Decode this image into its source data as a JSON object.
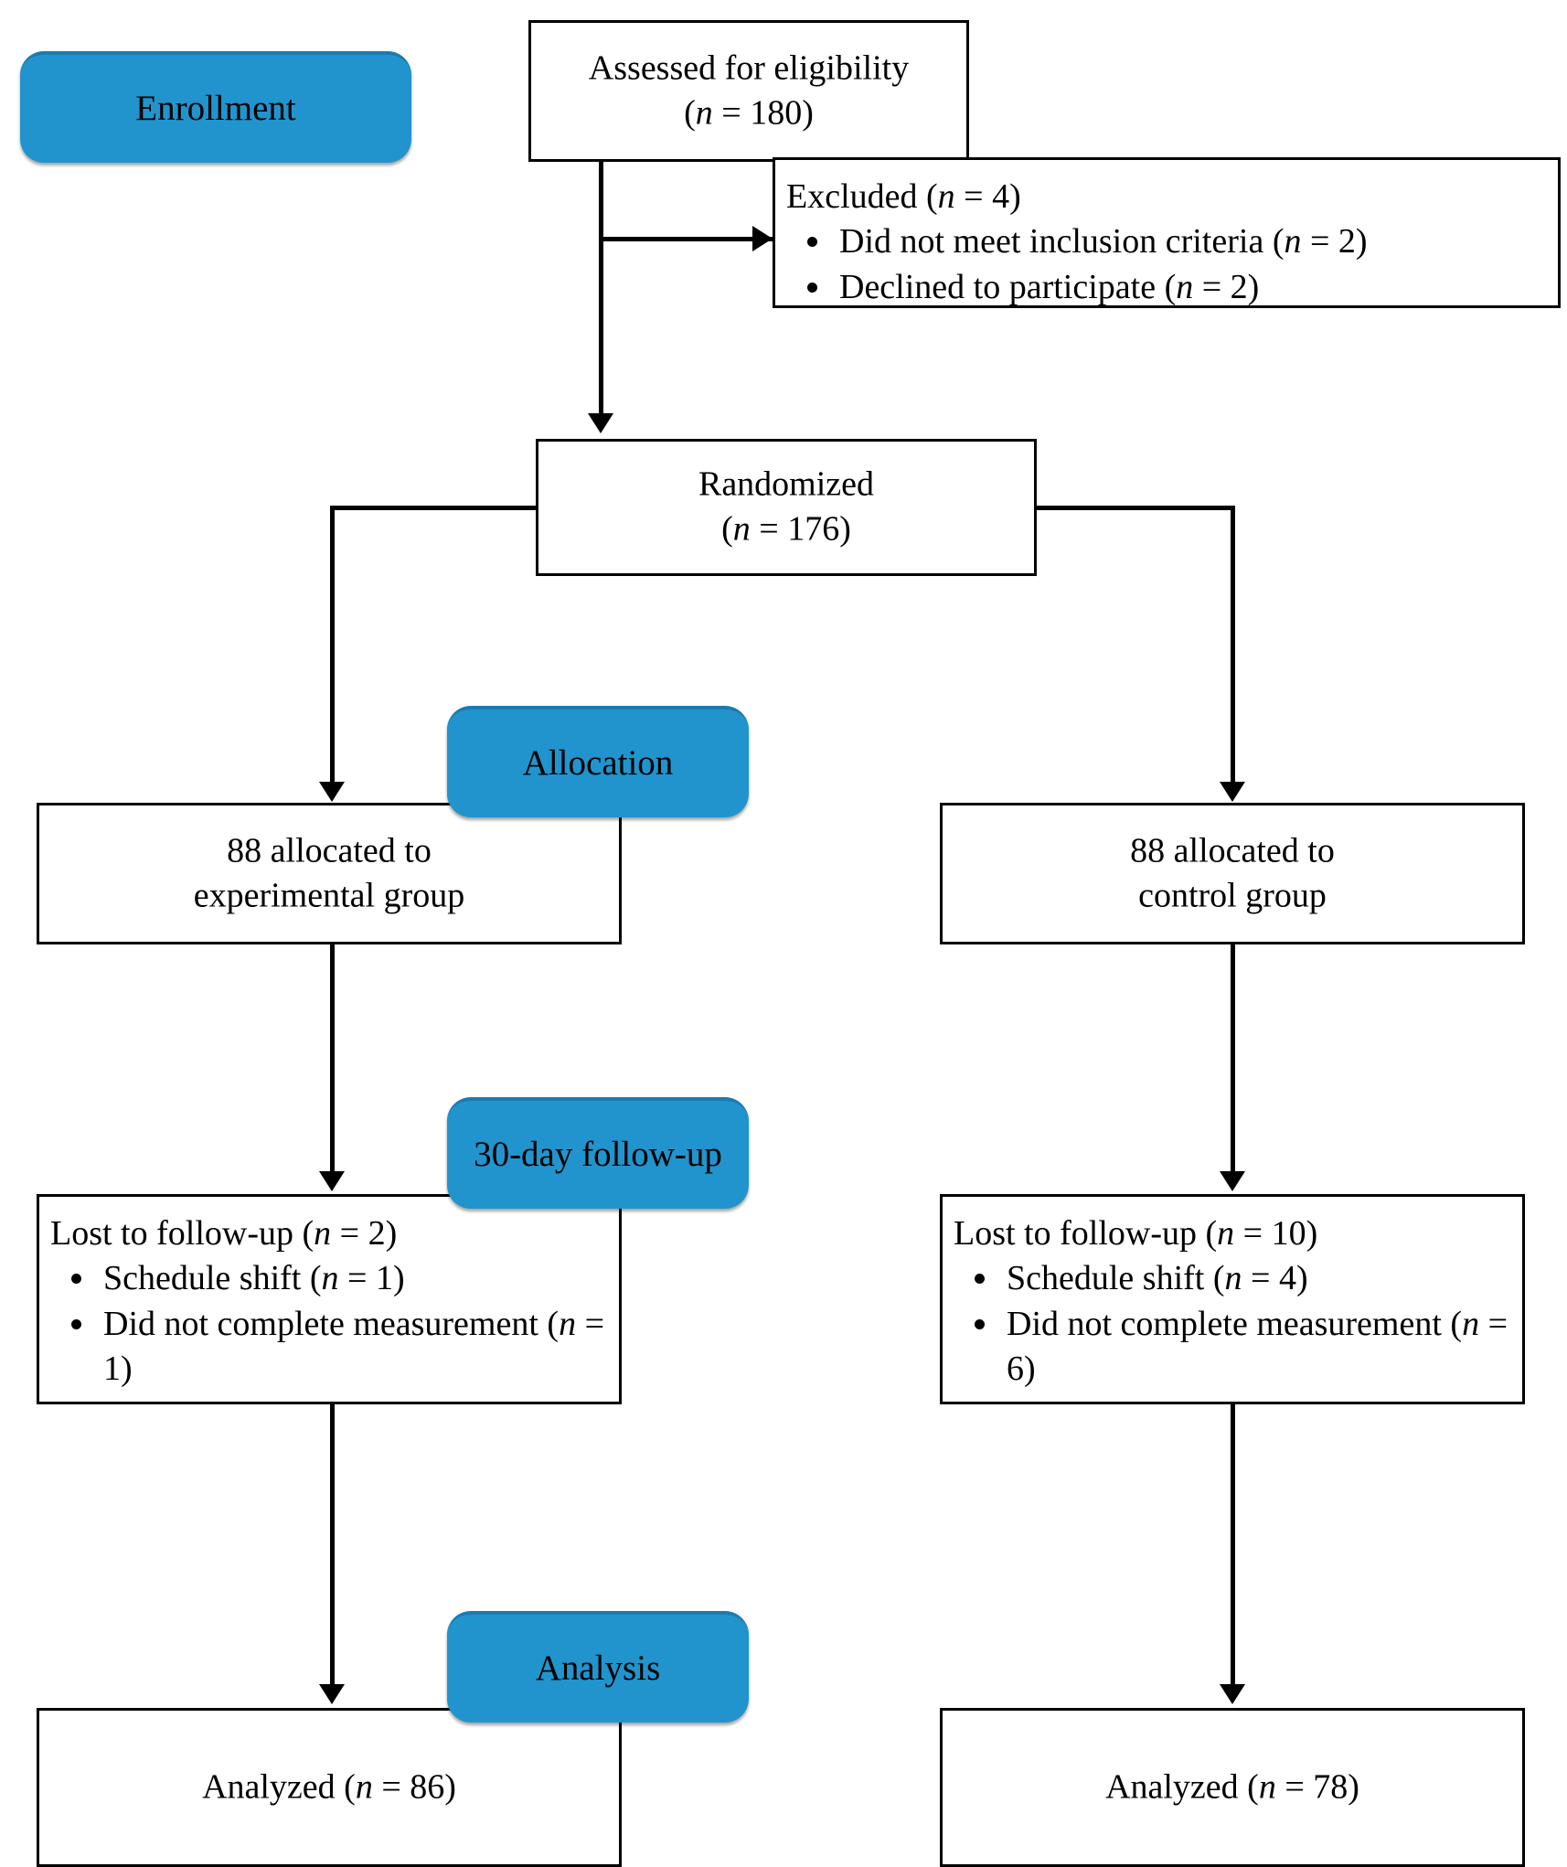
{
  "diagram": {
    "title": "CONSORT participant flow diagram",
    "accent_color": "#2194cd",
    "accent_border_color": "#1b7bb0",
    "line_color": "#000000",
    "box_fill": "#ffffff"
  },
  "stages": {
    "enrollment": "Enrollment",
    "allocation": "Allocation",
    "followup": "30-day follow-up",
    "analysis": "Analysis"
  },
  "nodes": {
    "assessed": {
      "line1": "Assessed for eligibility",
      "line2_pre": "(",
      "line2_n": "n",
      "line2_post": " = 180)"
    },
    "excluded": {
      "heading_pre": "Excluded (",
      "heading_n": "n",
      "heading_post": " = 4)",
      "bullets": [
        {
          "text_pre": "Did not meet inclusion criteria (",
          "n": "n",
          "text_post": " = 2)"
        },
        {
          "text_pre": "Declined to participate (",
          "n": "n",
          "text_post": " = 2)"
        }
      ]
    },
    "randomized": {
      "line1": "Randomized",
      "line2_pre": "(",
      "line2_n": "n",
      "line2_post": " = 176)"
    },
    "alloc_left": {
      "line1": "88 allocated to",
      "line2": "experimental group"
    },
    "alloc_right": {
      "line1": "88 allocated to",
      "line2": "control group"
    },
    "followup_left": {
      "heading_pre": "Lost to follow-up (",
      "heading_n": "n",
      "heading_post": " = 2)",
      "bullets": [
        {
          "text_pre": "Schedule shift (",
          "n": "n",
          "text_post": " = 1)"
        },
        {
          "text_pre": "Did not complete measurement (",
          "n": "n",
          "text_post": " = 1)"
        }
      ]
    },
    "followup_right": {
      "heading_pre": "Lost to follow-up (",
      "heading_n": "n",
      "heading_post": " = 10)",
      "bullets": [
        {
          "text_pre": "Schedule shift (",
          "n": "n",
          "text_post": " = 4)"
        },
        {
          "text_pre": "Did not complete measurement (",
          "n": "n",
          "text_post": " = 6)"
        }
      ]
    },
    "analyzed_left": {
      "text_pre": "Analyzed (",
      "n": "n",
      "text_post": " = 86)"
    },
    "analyzed_right": {
      "text_pre": "Analyzed (",
      "n": "n",
      "text_post": " = 78)"
    }
  },
  "counts": {
    "assessed_for_eligibility": 180,
    "excluded_total": 4,
    "excluded_did_not_meet_criteria": 2,
    "excluded_declined": 2,
    "randomized": 176,
    "allocated_experimental": 88,
    "allocated_control": 88,
    "lost_followup_experimental": 2,
    "lost_followup_experimental_schedule_shift": 1,
    "lost_followup_experimental_incomplete_measurement": 1,
    "lost_followup_control": 10,
    "lost_followup_control_schedule_shift": 4,
    "lost_followup_control_incomplete_measurement": 6,
    "analyzed_experimental": 86,
    "analyzed_control": 78
  }
}
